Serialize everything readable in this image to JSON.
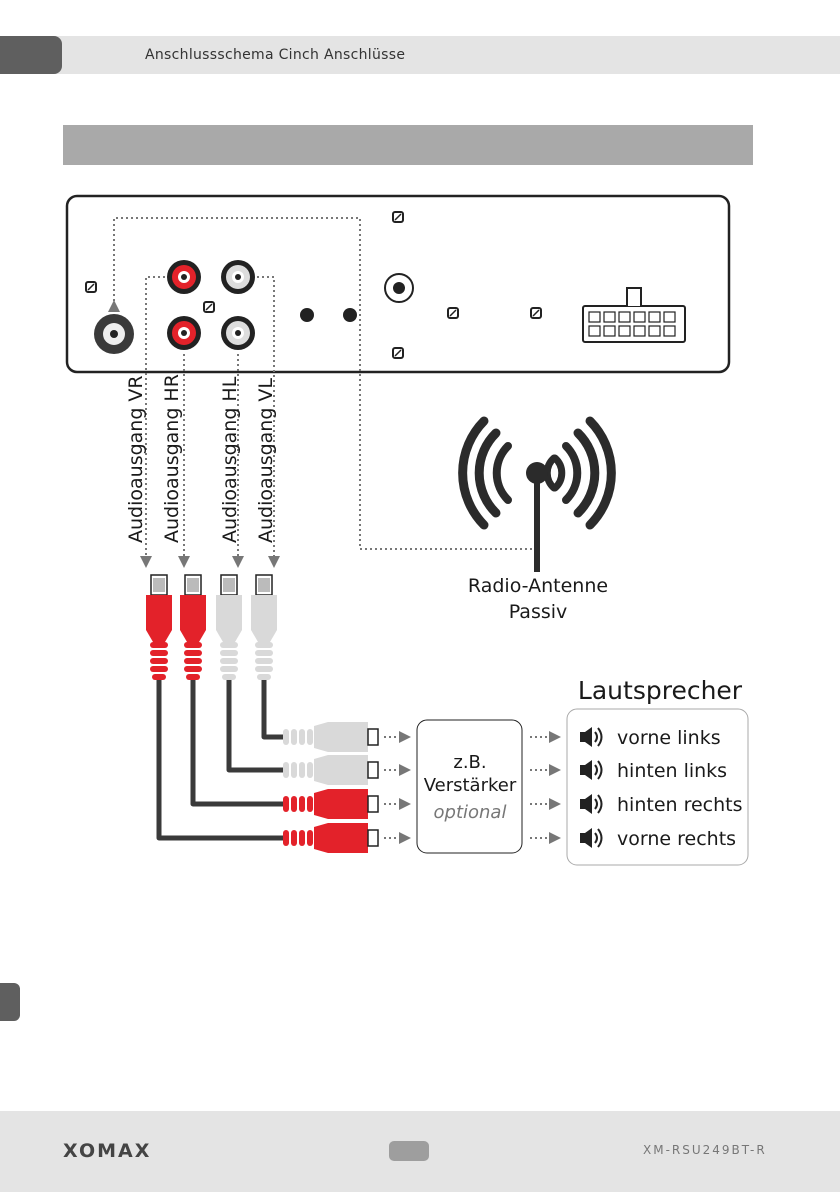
{
  "header": {
    "title": "Anschlussschema Cinch Anschlüsse"
  },
  "outputs": [
    {
      "label": "Audioausgang VR",
      "color": "red"
    },
    {
      "label": "Audioausgang HR",
      "color": "red"
    },
    {
      "label": "Audioausgang HL",
      "color": "white"
    },
    {
      "label": "Audioausgang VL",
      "color": "white"
    }
  ],
  "antenna": {
    "line1": "Radio-Antenne",
    "line2": "Passiv"
  },
  "amplifier": {
    "line1": "z.B.",
    "line2": "Verstärker",
    "line3": "optional"
  },
  "speakers": {
    "title": "Lautsprecher",
    "items": [
      "vorne links",
      "hinten links",
      "hinten rechts",
      "vorne rechts"
    ]
  },
  "colors": {
    "red": "#e3222a",
    "white": "#d9d9d9",
    "cable": "#3a3a3a",
    "gray_bar": "#a9a9a9"
  },
  "footer": {
    "logo": "XOMAX",
    "model": "XM-RSU249BT-R"
  }
}
